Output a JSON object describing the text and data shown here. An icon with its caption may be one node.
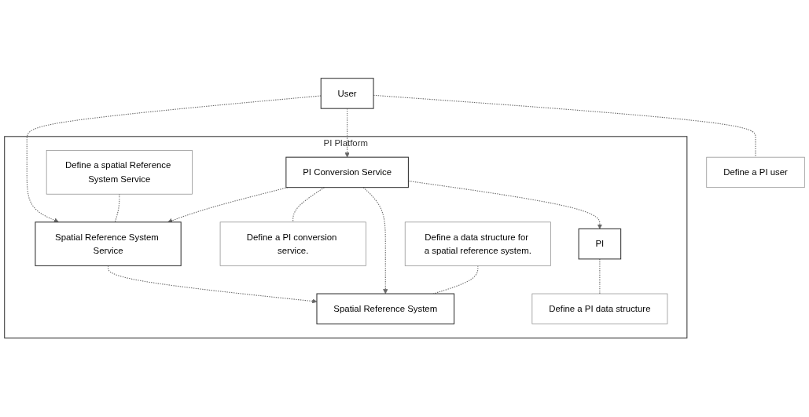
{
  "diagram": {
    "nodes": [
      {
        "text": [
          "User"
        ]
      },
      {
        "text": [
          "Define a PI user"
        ]
      },
      {
        "text": [
          "PI Platform"
        ]
      },
      {
        "text": [
          "Define a spatial Reference System Service"
        ],
        "in": 2
      },
      {
        "text": [
          "Spatial Reference System Service"
        ],
        "in": 2
      },
      {
        "text": [
          "PI Conversion Service"
        ],
        "in": 2
      },
      {
        "text": [
          "Define a PI conversion service."
        ],
        "in": 2
      },
      {
        "text": [
          "Define a data structure for a spatial reference system."
        ],
        "in": 2
      },
      {
        "text": [
          "Spatial Reference System"
        ],
        "in": 2
      },
      {
        "text": [
          "PI"
        ],
        "in": 2
      },
      {
        "text": [
          "Define a PI data structure"
        ],
        "in": 2
      }
    ],
    "edges": [
      {
        "from": 0,
        "to": 1,
        "arrow": "none",
        "style": "dashed"
      },
      {
        "from": 0,
        "to": 4,
        "arrow": "to",
        "style": "dashed"
      },
      {
        "from": 0,
        "to": 5,
        "arrow": "to",
        "style": "dashed"
      },
      {
        "from": 3,
        "to": 4,
        "arrow": "none",
        "style": "dashed"
      },
      {
        "from": 5,
        "to": 4,
        "arrow": "to",
        "style": "dashed"
      },
      {
        "from": 5,
        "to": 6,
        "arrow": "none",
        "style": "dashed"
      },
      {
        "from": 4,
        "to": 8,
        "arrow": "to",
        "style": "dashed"
      },
      {
        "from": 5,
        "to": 8,
        "arrow": "to",
        "style": "dashed"
      },
      {
        "from": 5,
        "to": 9,
        "arrow": "to",
        "style": "dashed"
      },
      {
        "from": 7,
        "to": 8,
        "arrow": "none",
        "style": "dashed"
      },
      {
        "from": 9,
        "to": 10,
        "arrow": "none",
        "style": "dashed"
      }
    ]
  }
}
